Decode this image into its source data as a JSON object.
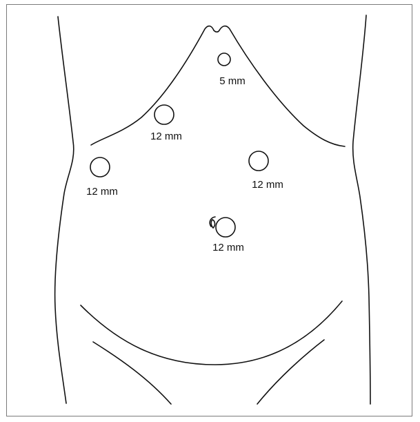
{
  "figure": {
    "subject": "abdominal port placement",
    "line_color": "#111111",
    "frame_color": "#7a7a7a",
    "background": "#ffffff"
  },
  "ports": [
    {
      "id": "port-epigastric",
      "label": "5 mm"
    },
    {
      "id": "port-right-subcostal",
      "label": "12 mm"
    },
    {
      "id": "port-right-flank",
      "label": "12 mm"
    },
    {
      "id": "port-left-upper",
      "label": "12 mm"
    },
    {
      "id": "port-umbilical",
      "label": "12 mm"
    }
  ]
}
